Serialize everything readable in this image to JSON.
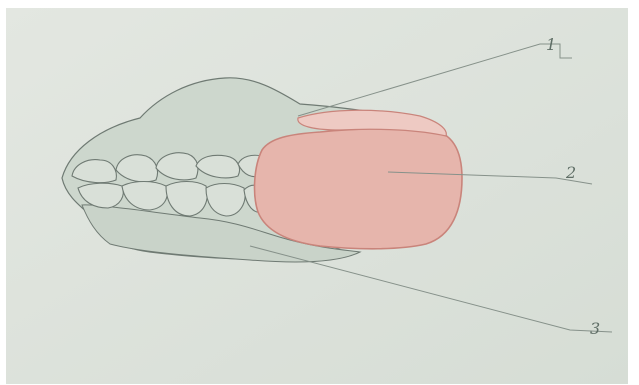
{
  "diagram": {
    "labels": [
      {
        "id": "callout-1",
        "text": "1"
      },
      {
        "id": "callout-2",
        "text": "2"
      },
      {
        "id": "callout-3",
        "text": "3"
      }
    ]
  },
  "colors": {
    "paper": "#dfe4dd",
    "paper_edge": "#cfd6cf",
    "gum": "#cfd9cf",
    "outline": "#6f7a73",
    "tooth": "#dde3dc",
    "tongue_pad": "#e7b7ae",
    "tongue_pad_edge": "#c9847b",
    "leader": "#86918a"
  }
}
